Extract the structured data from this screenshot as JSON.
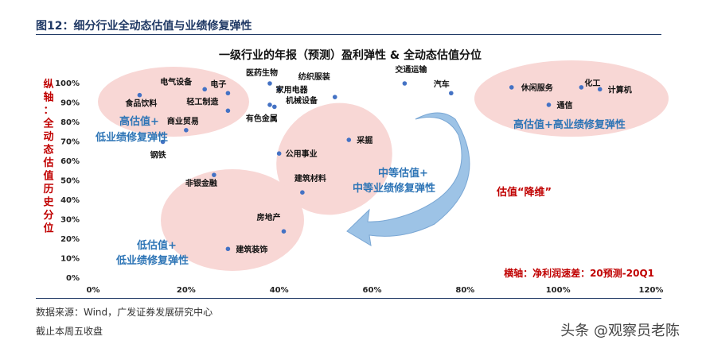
{
  "figure": {
    "title": "图12：细分行业全动态估值与业绩修复弹性",
    "source": "数据来源：Wind，广发证券发展研究中心",
    "note": "截止本周五收盘",
    "watermark": "头条 @观察员老陈"
  },
  "chart_data": {
    "type": "scatter",
    "title": "一级行业的年报（预测）盈利弹性 & 全动态估值分位",
    "xlabel": "横轴：净利润速差：20预测-20Q1",
    "ylabel": "纵轴：全动态估值历史分位",
    "xlim": [
      0,
      1.2
    ],
    "ylim": [
      0,
      1.0
    ],
    "x_ticks": [
      "0%",
      "20%",
      "40%",
      "60%",
      "80%",
      "100%",
      "120%"
    ],
    "y_ticks": [
      "0%",
      "10%",
      "20%",
      "30%",
      "40%",
      "50%",
      "60%",
      "70%",
      "80%",
      "90%",
      "100%"
    ],
    "grid": false,
    "marker_color": "#4472c4",
    "points": [
      {
        "name": "电气设备",
        "x": 0.24,
        "y": 0.97
      },
      {
        "name": "电子",
        "x": 0.29,
        "y": 0.95
      },
      {
        "name": "食品饮料",
        "x": 0.1,
        "y": 0.94
      },
      {
        "name": "轻工制造",
        "x": 0.29,
        "y": 0.86
      },
      {
        "name": "医药生物",
        "x": 0.38,
        "y": 1.0
      },
      {
        "name": "家用电器",
        "x": 0.4,
        "y": 0.97
      },
      {
        "name": "纺织服装",
        "x": 0.52,
        "y": 0.93
      },
      {
        "name": "机械设备",
        "x": 0.38,
        "y": 0.89
      },
      {
        "name": "有色金属",
        "x": 0.39,
        "y": 0.88
      },
      {
        "name": "交通运输",
        "x": 0.67,
        "y": 1.0
      },
      {
        "name": "汽车",
        "x": 0.77,
        "y": 0.95
      },
      {
        "name": "休闲服务",
        "x": 0.9,
        "y": 0.98
      },
      {
        "name": "化工",
        "x": 1.05,
        "y": 0.98
      },
      {
        "name": "计算机",
        "x": 1.09,
        "y": 0.97
      },
      {
        "name": "通信",
        "x": 0.98,
        "y": 0.89
      },
      {
        "name": "商业贸易",
        "x": 0.2,
        "y": 0.76
      },
      {
        "name": "钢铁",
        "x": 0.15,
        "y": 0.7
      },
      {
        "name": "采掘",
        "x": 0.55,
        "y": 0.71
      },
      {
        "name": "公用事业",
        "x": 0.4,
        "y": 0.64
      },
      {
        "name": "建筑材料",
        "x": 0.45,
        "y": 0.44
      },
      {
        "name": "非银金融",
        "x": 0.26,
        "y": 0.53
      },
      {
        "name": "房地产",
        "x": 0.41,
        "y": 0.24
      },
      {
        "name": "建筑装饰",
        "x": 0.29,
        "y": 0.15
      }
    ],
    "annotations": [
      {
        "text": "高估值+",
        "color": "#2e75b6"
      },
      {
        "text": "低业绩修复弹性",
        "color": "#2e75b6"
      },
      {
        "text": "高估值+高业绩修复弹性",
        "color": "#2e75b6"
      },
      {
        "text": "中等估值+",
        "color": "#2e75b6"
      },
      {
        "text": "中等业绩修复弹性",
        "color": "#2e75b6"
      },
      {
        "text": "估值“降维”",
        "color": "#c00000"
      },
      {
        "text": "低估值+",
        "color": "#2e75b6"
      },
      {
        "text": "低业绩修复弹性",
        "color": "#2e75b6"
      }
    ],
    "colors": {
      "region_fill": "#f8d7d5",
      "arrow": "#9dc3e6",
      "accent_red": "#c00000",
      "accent_blue": "#2e75b6"
    }
  }
}
